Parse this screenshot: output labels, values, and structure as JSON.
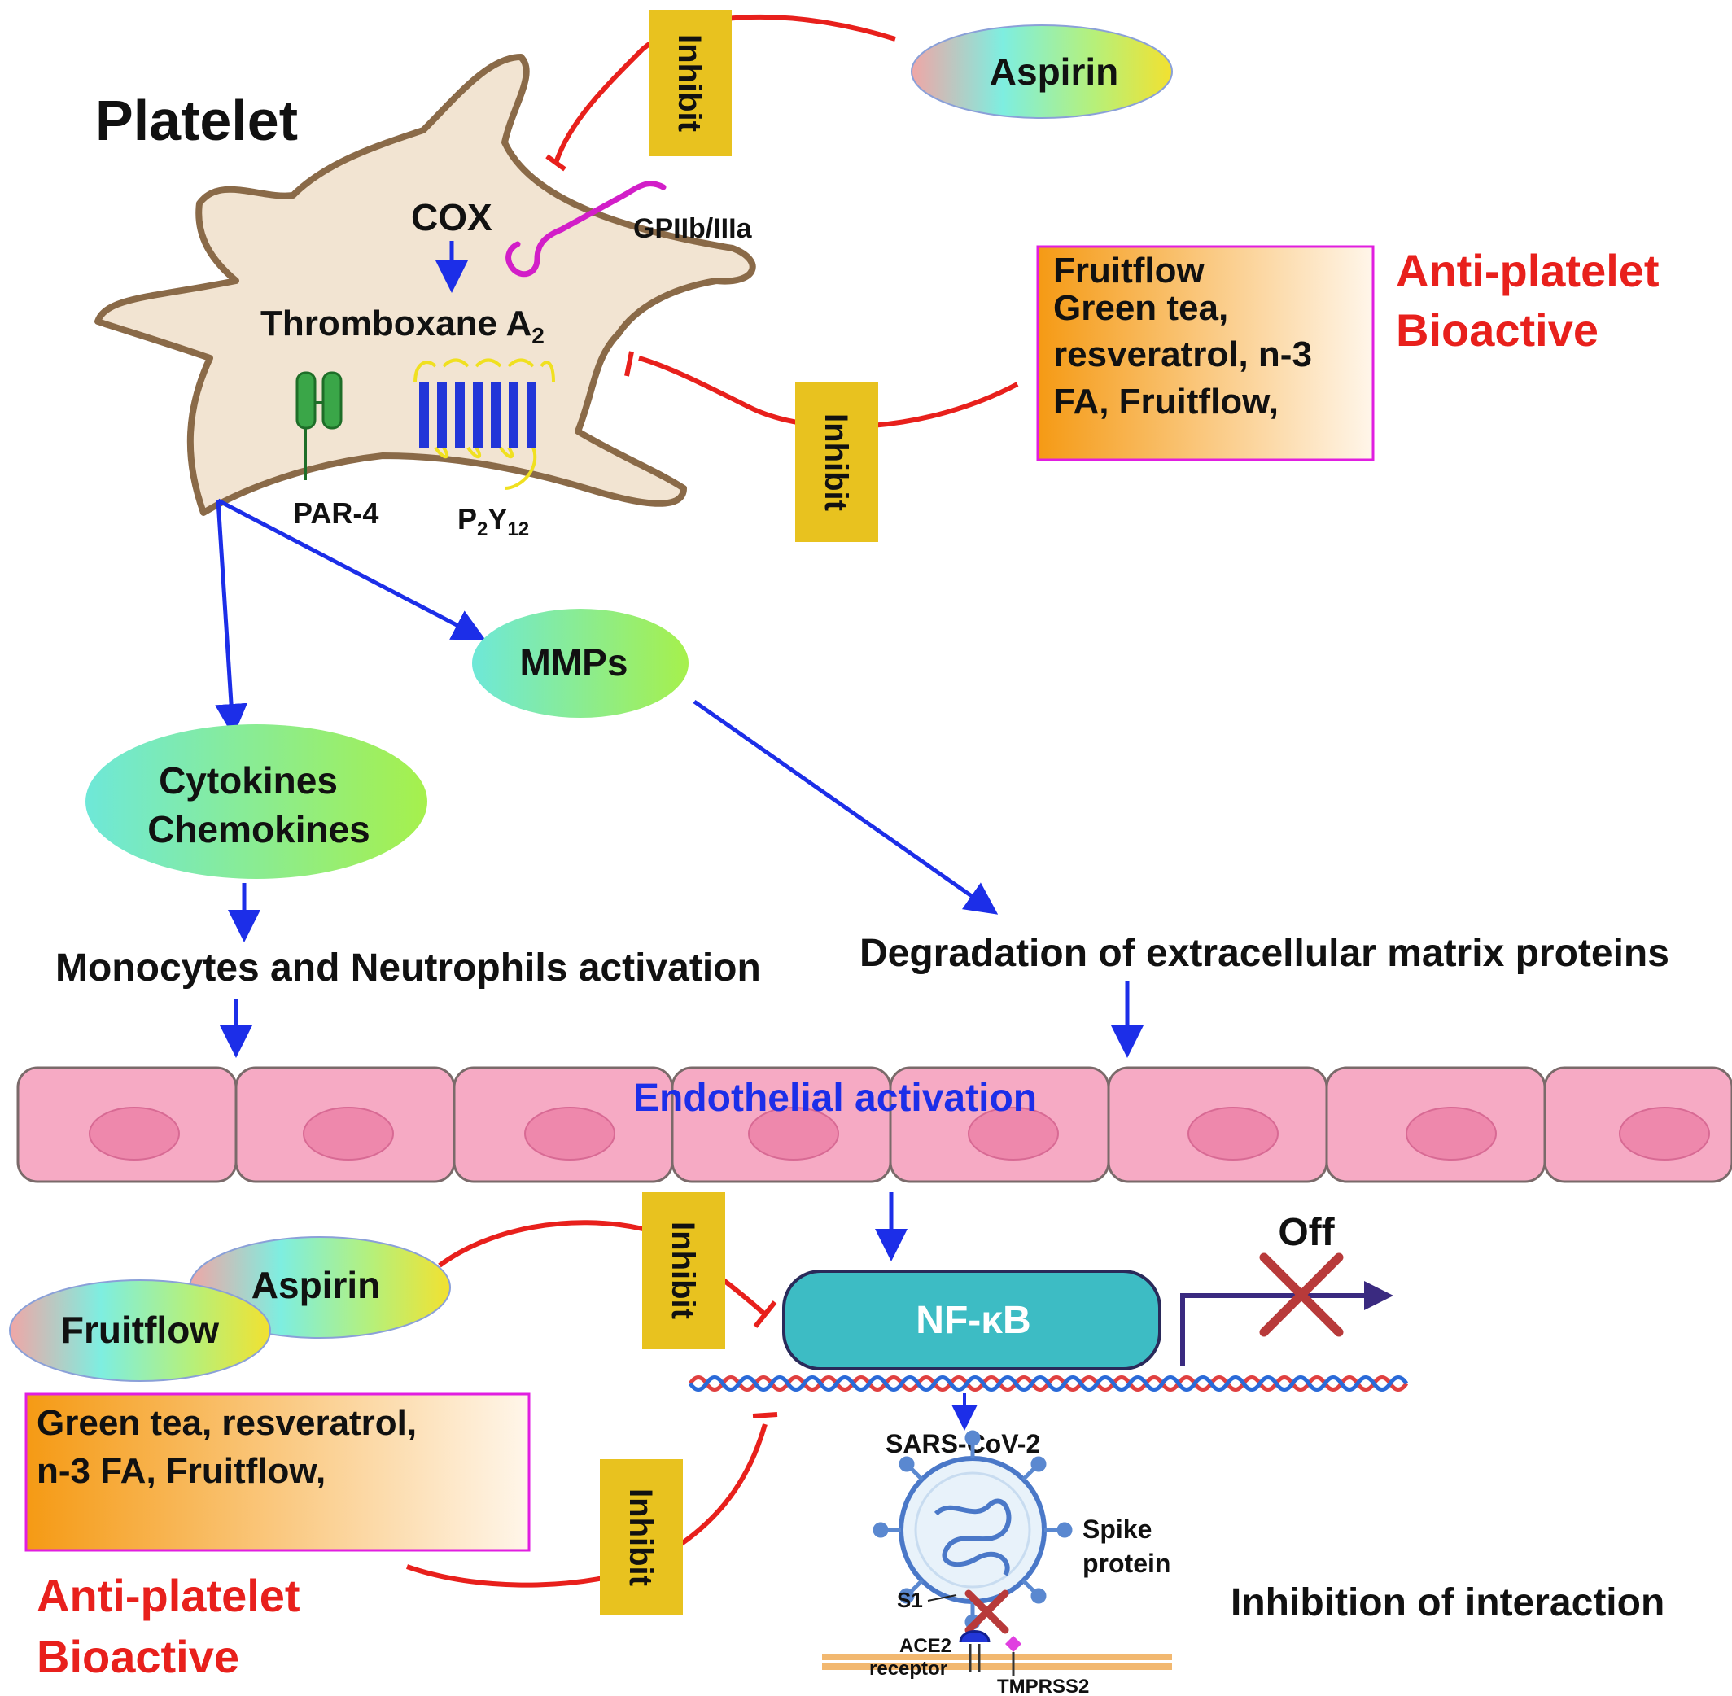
{
  "platelet": {
    "title": "Platelet",
    "cox": "COX",
    "thromboxane": "Thromboxane A",
    "thromboxane_sub": "2",
    "gpiib": "GPIIb/IIIa",
    "par4": "PAR-4",
    "p2y12_main": "P",
    "p2y12_sub1": "2",
    "p2y12_y": "Y",
    "p2y12_sub2": "12"
  },
  "top_right": {
    "aspirin": "Aspirin",
    "inhibit": "Inhibit",
    "box_lines": [
      "Fruitflow",
      "Green tea,",
      "resveratrol, n-3",
      "FA, Fruitflow,"
    ],
    "label_lines": [
      "Anti-platelet",
      "Bioactive"
    ]
  },
  "middle": {
    "mmps": "MMPs",
    "cytokines": [
      "Cytokines",
      "Chemokines"
    ],
    "monocytes": "Monocytes and Neutrophils activation",
    "degradation": "Degradation of extracellular matrix proteins",
    "endothelial": "Endothelial activation"
  },
  "bottom": {
    "aspirin": "Aspirin",
    "fruitflow": "Fruitflow",
    "inhibit": "Inhibit",
    "box_lines": [
      "Green tea, resveratrol,",
      "n-3 FA, Fruitflow,"
    ],
    "label_lines": [
      "Anti-platelet",
      "Bioactive"
    ],
    "nfkb": "NF-κB",
    "off": "Off",
    "sars": "SARS-CoV-2",
    "spike_lines": [
      "Spike",
      "protein"
    ],
    "s1": "S1",
    "ace2_lines": [
      "ACE2",
      "receptor"
    ],
    "tmprss2": "TMPRSS2",
    "inhibition": "Inhibition of interaction"
  },
  "colors": {
    "inhibit_line": "#e8201c",
    "activation_arrow": "#1c2ee8",
    "inhibit_box": "#e8c21f",
    "cell_fill": "#f6aac4",
    "nfkb_fill": "#3dbcc4",
    "anti_platelet_text": "#e8201c"
  }
}
